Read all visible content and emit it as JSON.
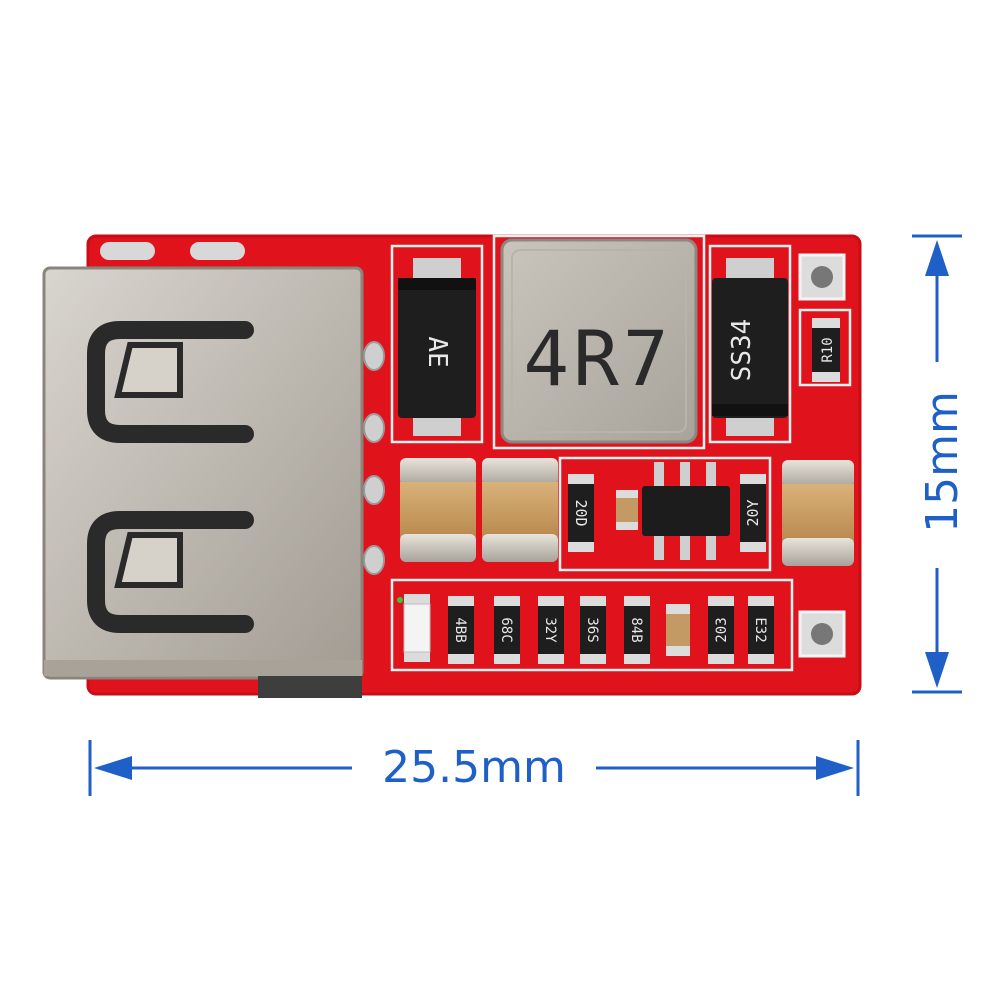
{
  "dimensions": {
    "width_label": "25.5mm",
    "height_label": "15mm",
    "arrow_color": "#1f5fc8"
  },
  "board": {
    "pcb_color": "#e0121b",
    "inductor_marking": "4R7",
    "diode_left_marking": "AE",
    "diode_right_marking": "SS34",
    "resistor_markings": {
      "r_top_right": "R10",
      "r_mid_left": "20D",
      "r_mid_right": "20Y",
      "r1": "4BB",
      "r2": "68C",
      "r3": "32Y",
      "r4": "36S",
      "r5": "84B",
      "r6": "203",
      "r7": "E32"
    },
    "icons": [
      "usb-port-icon",
      "led-icon"
    ]
  }
}
